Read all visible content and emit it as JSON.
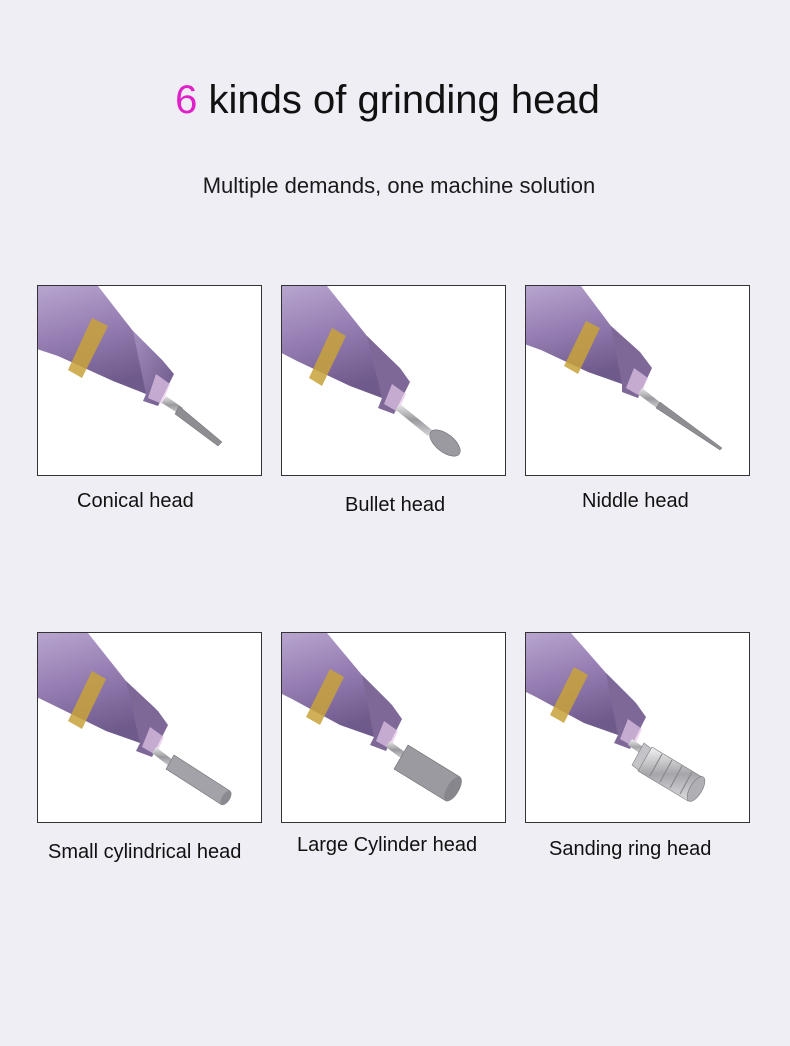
{
  "header": {
    "title_number": "6",
    "title_text": " kinds of grinding head",
    "subtitle": "Multiple demands, one machine solution"
  },
  "colors": {
    "background": "#efeef5",
    "accent": "#e020c8",
    "handpiece_purple": "#9a82b6",
    "gold_ring": "#c8a23a"
  },
  "heads": [
    {
      "label": "Conical head",
      "bit": "cone"
    },
    {
      "label": "Bullet head",
      "bit": "bullet"
    },
    {
      "label": "Niddle head",
      "bit": "needle"
    },
    {
      "label": "Small cylindrical head",
      "bit": "small-cylinder"
    },
    {
      "label": "Large Cylinder head",
      "bit": "large-cylinder"
    },
    {
      "label": "Sanding ring head",
      "bit": "sanding-ring"
    }
  ]
}
